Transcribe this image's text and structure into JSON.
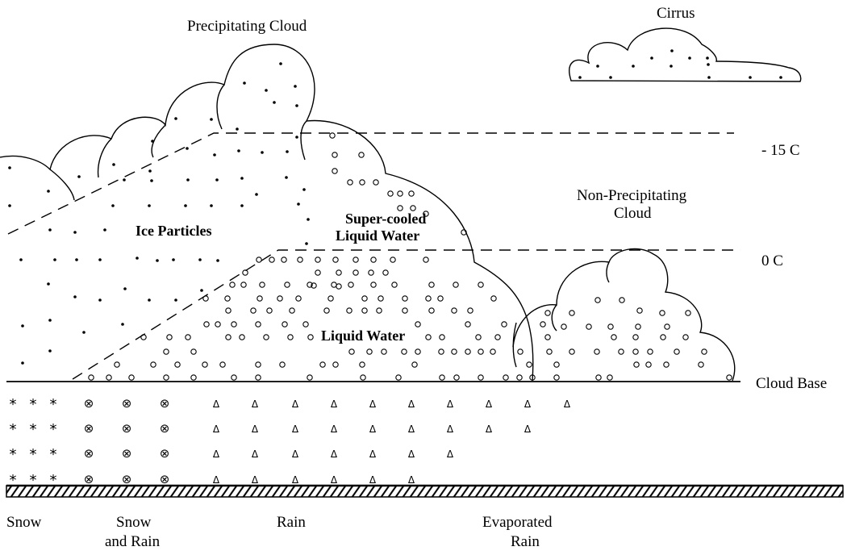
{
  "labels": {
    "precipitating_cloud": "Precipitating Cloud",
    "cirrus": "Cirrus",
    "minus15": "- 15 C",
    "zero": "0 C",
    "non_precip_line1": "Non-Precipitating",
    "non_precip_line2": "Cloud",
    "ice_particles": "Ice Particles",
    "supercooled_line1": "Super-cooled",
    "supercooled_line2": "Liquid Water",
    "liquid_water": "Liquid Water",
    "cloud_base": "Cloud Base",
    "snow": "Snow",
    "snow_rain_line1": "Snow",
    "snow_rain_line2": "and Rain",
    "rain": "Rain",
    "evap_line1": "Evaporated",
    "evap_line2": "Rain"
  },
  "symbols": {
    "snow": "*",
    "snow_and_rain": "⊗",
    "rain": "Δ"
  }
}
